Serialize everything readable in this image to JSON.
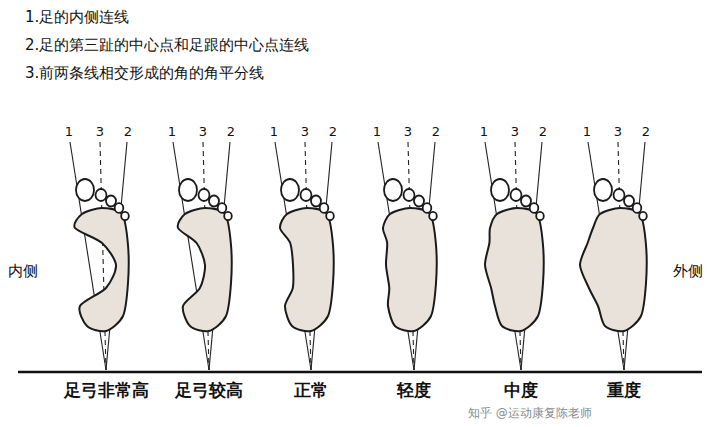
{
  "diagram": {
    "labels": [
      "1.足的内侧连线",
      "2.足的第三趾的中心点和足跟的中心点连线",
      "3.前两条线相交形成的角的角平分线",
      "1",
      "3",
      "2",
      "1",
      "3",
      "2",
      "1",
      "3",
      "2",
      "1",
      "3",
      "2",
      "1",
      "3",
      "2",
      "1",
      "3",
      "2",
      "足弓非常高",
      "足弓较高",
      "正常",
      "轻度",
      "中度",
      "重度",
      "内侧",
      "外侧",
      "知乎 @运动康复陈老师"
    ]
  }
}
